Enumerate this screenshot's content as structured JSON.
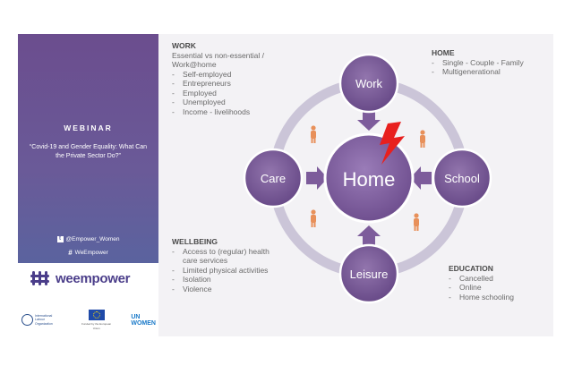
{
  "panel": {
    "title": "WEBINAR",
    "subtitle": "“Covid-19 and Gender Equality: What Can the Private Sector Do?”",
    "twitter_handle": "@Empower_Women",
    "hashtag": "WeEmpower",
    "twitter_icon": "twitter-icon",
    "hashtag_icon": "hashtag-icon"
  },
  "logos": {
    "brand": "weempower",
    "ilo_text": "International Labour Organization",
    "eu_text": "Funded by the European Union",
    "unwomen_line1": "UN",
    "unwomen_line2": "WOMEN"
  },
  "work": {
    "heading": "WORK",
    "intro1": "Essential vs non-essential /",
    "intro2": "Work@home",
    "items": [
      "Self-employed",
      "Entrepreneurs",
      "Employed",
      "Unemployed",
      "Income - livelihoods"
    ]
  },
  "home_block": {
    "heading": "HOME",
    "items": [
      "Single - Couple - Family",
      "Multigenerational"
    ]
  },
  "wellbeing": {
    "heading": "WELLBEING",
    "items": [
      "Access to (regular) health care services",
      "Limited physical activities",
      "Isolation",
      "Violence"
    ]
  },
  "education": {
    "heading": "EDUCATION",
    "items": [
      "Cancelled",
      "Online",
      "Home schooling"
    ]
  },
  "diagram": {
    "center": "Home",
    "top": "Work",
    "right": "School",
    "bottom": "Leisure",
    "left": "Care",
    "node_color": "#7d5c9b",
    "center_color": "#8a68a8",
    "ring_color": "#c9c3d6",
    "bolt_color": "#e8201e",
    "person_color": "#e8905a"
  }
}
